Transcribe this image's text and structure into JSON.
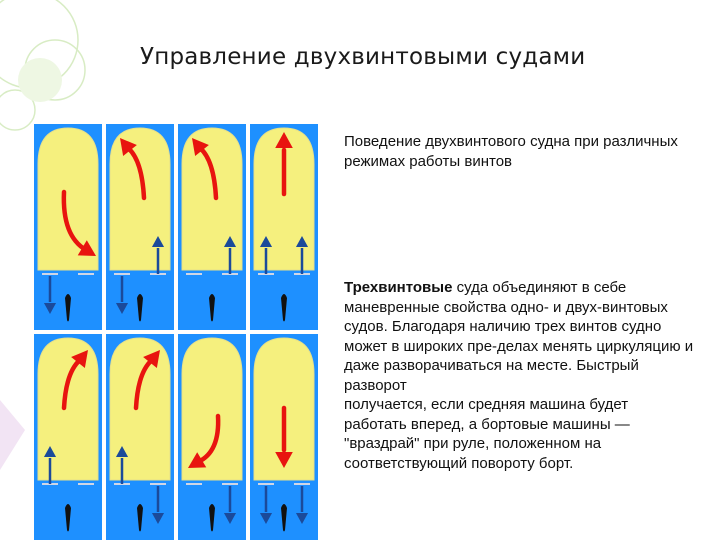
{
  "slide": {
    "title": "Управление двухвинтовыми судами",
    "description": "Поведение двухвинтового судна при различных режимах работы винтов",
    "body": {
      "lead": "Трехвинтовые",
      "paragraph1": " суда объединяют в себе маневренные свойства одно- и двух-винтовых судов. Благодаря наличию трех винтов судно может в широких пре-делах менять циркуляцию и даже разворачиваться на месте. Быстрый разворот",
      "paragraph2": "получается, если средняя машина будет работать вперед, а бортовые машины — \"враздрай\" при руле, положенном на соответствующий повороту борт."
    }
  },
  "colors": {
    "water": "#1e90ff",
    "hull": "#f5f07e",
    "hull_outline": "#e6e08a",
    "motion_arrow": "#e8140f",
    "thrust_arrow": "#1b4a9a",
    "rudder": "#111111"
  },
  "panels": [
    {
      "motion": "curve-down-right",
      "left_thrust": "astern",
      "right_thrust": "none"
    },
    {
      "motion": "curve-up-left",
      "left_thrust": "astern",
      "right_thrust": "ahead"
    },
    {
      "motion": "curve-up-left",
      "left_thrust": "none",
      "right_thrust": "ahead"
    },
    {
      "motion": "straight-ahead",
      "left_thrust": "ahead",
      "right_thrust": "ahead"
    },
    {
      "motion": "curve-up-right",
      "left_thrust": "ahead",
      "right_thrust": "none"
    },
    {
      "motion": "curve-up-right",
      "left_thrust": "ahead",
      "right_thrust": "astern"
    },
    {
      "motion": "curve-down-left",
      "left_thrust": "none",
      "right_thrust": "astern"
    },
    {
      "motion": "straight-astern",
      "left_thrust": "astern",
      "right_thrust": "astern"
    }
  ]
}
